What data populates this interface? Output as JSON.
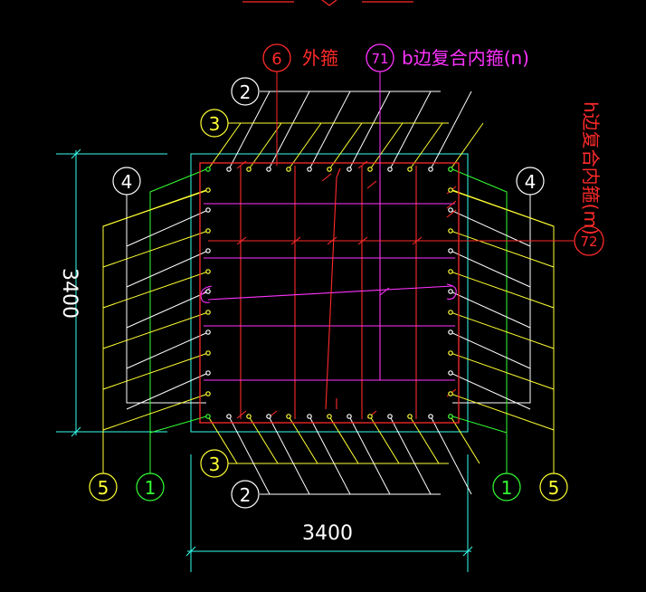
{
  "colors": {
    "background": "#000000",
    "red": "#ff2a2a",
    "magenta": "#ff33ff",
    "yellow": "#ffff33",
    "white": "#ffffff",
    "green": "#33ff33",
    "cyan": "#33ffee"
  },
  "labels": {
    "outer_stirrup_num": "6",
    "outer_stirrup_text": "外箍",
    "b_inner_num": "71",
    "b_inner_text": "b边复合内箍(n)",
    "h_inner_num": "72",
    "h_inner_text": "h边复合内箍(m)",
    "dim_width": "3400",
    "dim_height": "3400",
    "rebar_2_top": "2",
    "rebar_3_top": "3",
    "rebar_4_left": "4",
    "rebar_4_right": "4",
    "rebar_5_left": "5",
    "rebar_5_right": "5",
    "rebar_1_left": "1",
    "rebar_1_right": "1",
    "rebar_3_bottom": "3",
    "rebar_2_bottom": "2"
  }
}
